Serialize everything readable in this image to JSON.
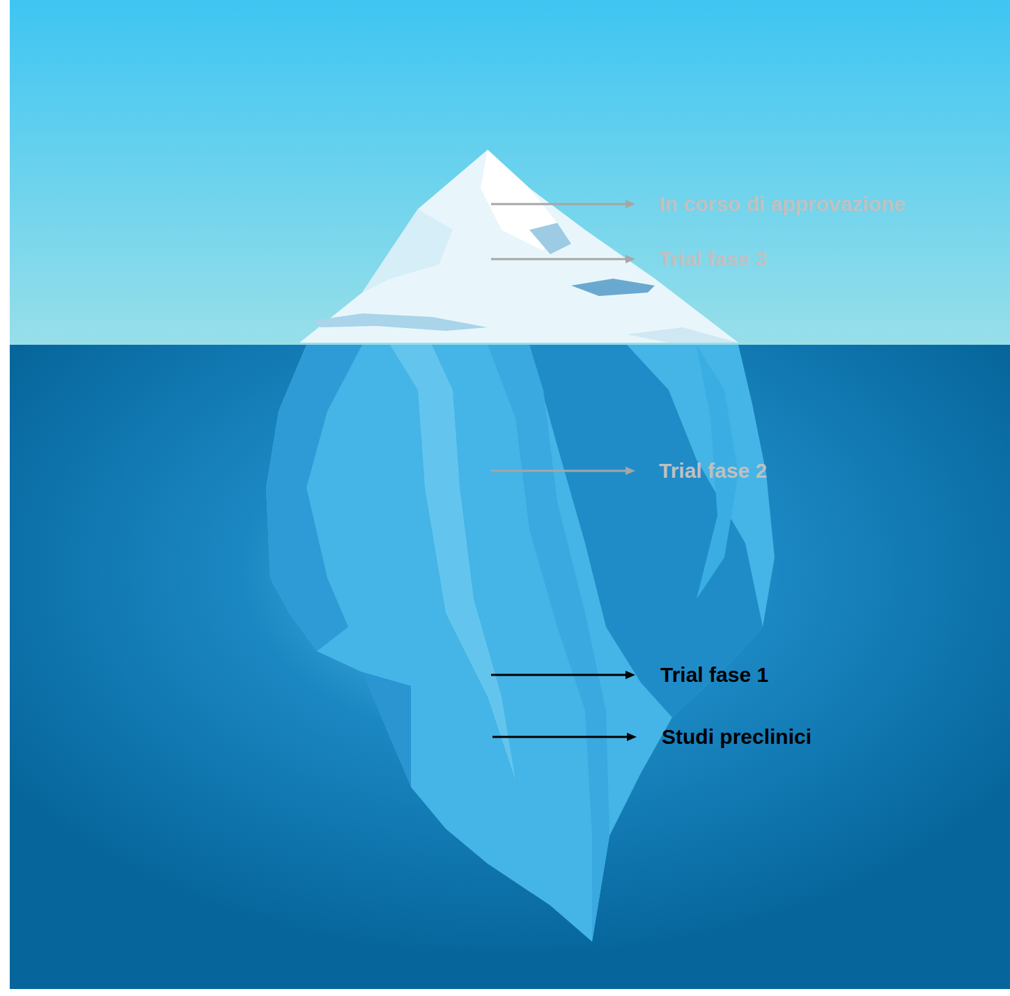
{
  "diagram": {
    "labels": [
      "In corso di approvazione",
      "Trial fase 3",
      "Trial fase 2",
      "Trial fase 1",
      "Studi preclinici"
    ]
  }
}
